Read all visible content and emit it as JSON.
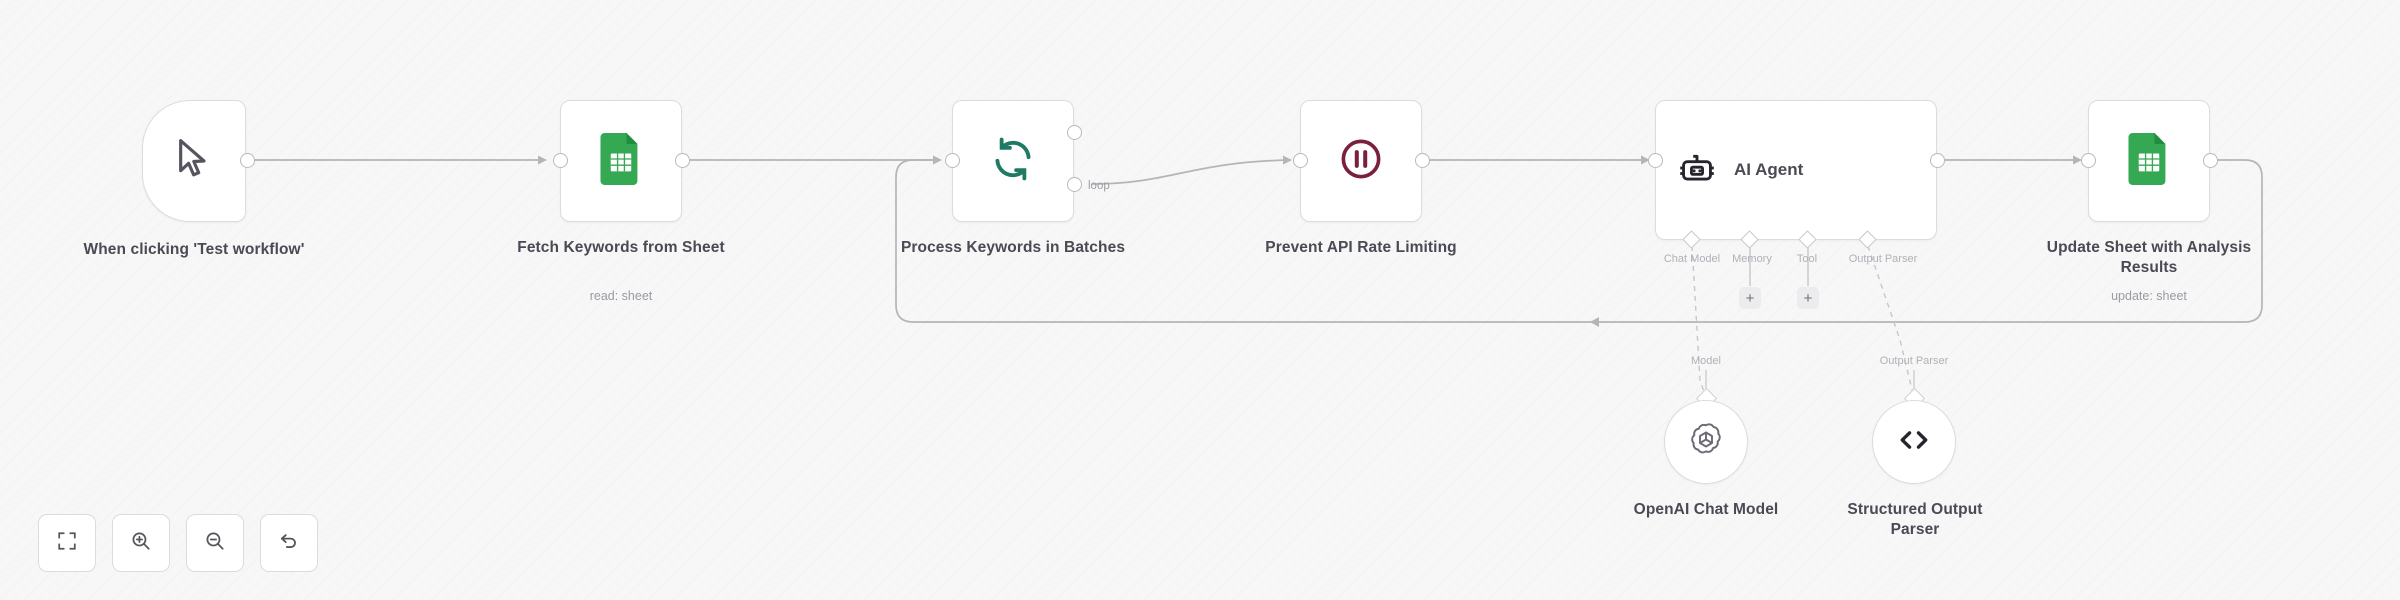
{
  "app": {
    "name": "n8n workflow canvas"
  },
  "nodes": [
    {
      "id": "trigger",
      "label": "When clicking 'Test workflow'",
      "subtitle": "",
      "icon": "mouse-cursor-icon",
      "badge": "lightning-bolt-icon"
    },
    {
      "id": "fetch-keywords",
      "label": "Fetch Keywords from Sheet",
      "subtitle": "read: sheet",
      "icon": "google-sheets-icon"
    },
    {
      "id": "process-batches",
      "label": "Process Keywords in Batches",
      "subtitle": "",
      "icon": "loop-refresh-icon",
      "output_labels": [
        "",
        "loop"
      ]
    },
    {
      "id": "rate-limit",
      "label": "Prevent API Rate Limiting",
      "subtitle": "",
      "icon": "pause-circle-icon"
    },
    {
      "id": "ai-agent",
      "label": "AI Agent",
      "subtitle": "",
      "icon": "robot-icon",
      "sub_ports": [
        "Chat Model",
        "Memory",
        "Tool",
        "Output Parser"
      ],
      "add_buttons": [
        "+",
        "+"
      ]
    },
    {
      "id": "update-sheet",
      "label": "Update Sheet with Analysis Results",
      "subtitle": "update: sheet",
      "icon": "google-sheets-icon"
    }
  ],
  "subnodes": [
    {
      "id": "openai-chat-model",
      "label": "OpenAI Chat Model",
      "connector_label": "Model",
      "icon": "openai-icon"
    },
    {
      "id": "structured-output-parser",
      "label": "Structured Output Parser",
      "connector_label": "Output Parser",
      "icon": "code-brackets-icon"
    }
  ],
  "toolbar": {
    "buttons": [
      {
        "id": "zoom-to-fit",
        "icon": "fit-to-screen-icon",
        "title": "Zoom to fit"
      },
      {
        "id": "zoom-in",
        "icon": "zoom-in-icon",
        "title": "Zoom in"
      },
      {
        "id": "zoom-out",
        "icon": "zoom-out-icon",
        "title": "Zoom out"
      },
      {
        "id": "reset-zoom",
        "icon": "undo-arrow-icon",
        "title": "Reset zoom"
      }
    ]
  },
  "colors": {
    "canvas_bg": "#f7f7f7",
    "node_border": "#dcdcdc",
    "edge": "#b5b5b9",
    "label_text": "#4a4a55",
    "subtitle_text": "#9a9aa3",
    "accent_trigger": "#ff6d5a",
    "google_sheets_green": "#34a853",
    "loop_teal": "#1e7a62",
    "pause_maroon": "#7a1f3d",
    "openai_gray": "#6b6b74"
  }
}
